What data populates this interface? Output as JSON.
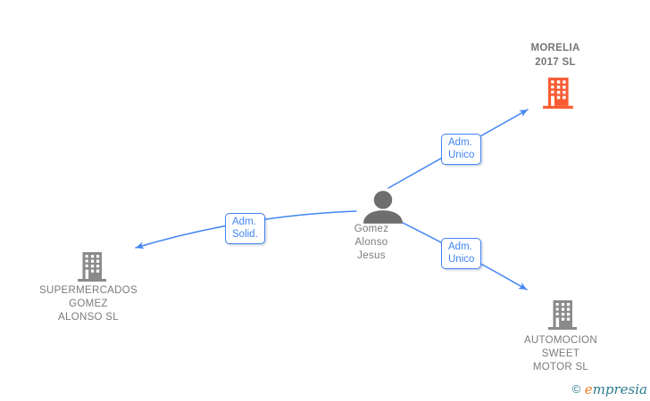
{
  "diagram": {
    "background": "#ffffff",
    "person": {
      "name": "Gomez Alonso Jesus",
      "lines": [
        "Gomez",
        "Alonso",
        "Jesus"
      ]
    },
    "companies": [
      {
        "key": "morelia",
        "name": "MORELIA 2017 SL",
        "lines": [
          "MORELIA",
          "2017 SL"
        ],
        "highlighted": true
      },
      {
        "key": "supermercados",
        "name": "SUPERMERCADOS GOMEZ ALONSO SL",
        "lines": [
          "SUPERMERCADOS",
          "GOMEZ",
          "ALONSO SL"
        ],
        "highlighted": false
      },
      {
        "key": "automocion",
        "name": "AUTOMOCION SWEET MOTOR SL",
        "lines": [
          "AUTOMOCION",
          "SWEET",
          "MOTOR SL"
        ],
        "highlighted": false
      }
    ],
    "edges": [
      {
        "from": "person",
        "to": "morelia",
        "label": "Adm. Unico",
        "label_lines": [
          "Adm.",
          "Unico"
        ]
      },
      {
        "from": "person",
        "to": "supermercados",
        "label": "Adm. Solid.",
        "label_lines": [
          "Adm.",
          "Solid."
        ]
      },
      {
        "from": "person",
        "to": "automocion",
        "label": "Adm. Unico",
        "label_lines": [
          "Adm.",
          "Unico"
        ]
      }
    ],
    "colors": {
      "edge_blue": "#4285f4",
      "company_gray": "#8a8a8a",
      "person_gray": "#6e6e6e",
      "highlight_orange": "#f95b32",
      "text_gray": "#7b7b7b",
      "watermark_teal": "#2b7c8e",
      "watermark_orange": "#ef7d21"
    },
    "watermark": {
      "copyright": "©",
      "brand_first": "e",
      "brand_rest": "mpresia"
    }
  }
}
